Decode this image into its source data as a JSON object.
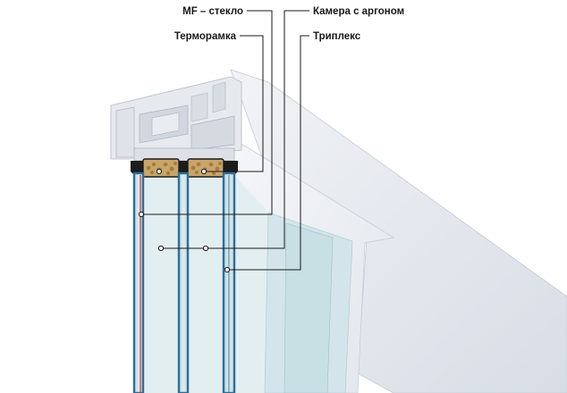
{
  "labels": {
    "mf_glass": "MF – стекло",
    "argon_chamber": "Камера с аргоном",
    "thermal_frame": "Терморамка",
    "triplex": "Триплекс"
  },
  "colors": {
    "profile_face": "#e4e8ee",
    "profile_side": "#cfd5de",
    "glass_edge": "#2d6f98",
    "glass_pane": "#cfe1e6",
    "desiccant": "#c9a56a",
    "spacer": "#1c1c1c",
    "leader": "#1a1a1a",
    "red_edge": "#cc3333"
  }
}
